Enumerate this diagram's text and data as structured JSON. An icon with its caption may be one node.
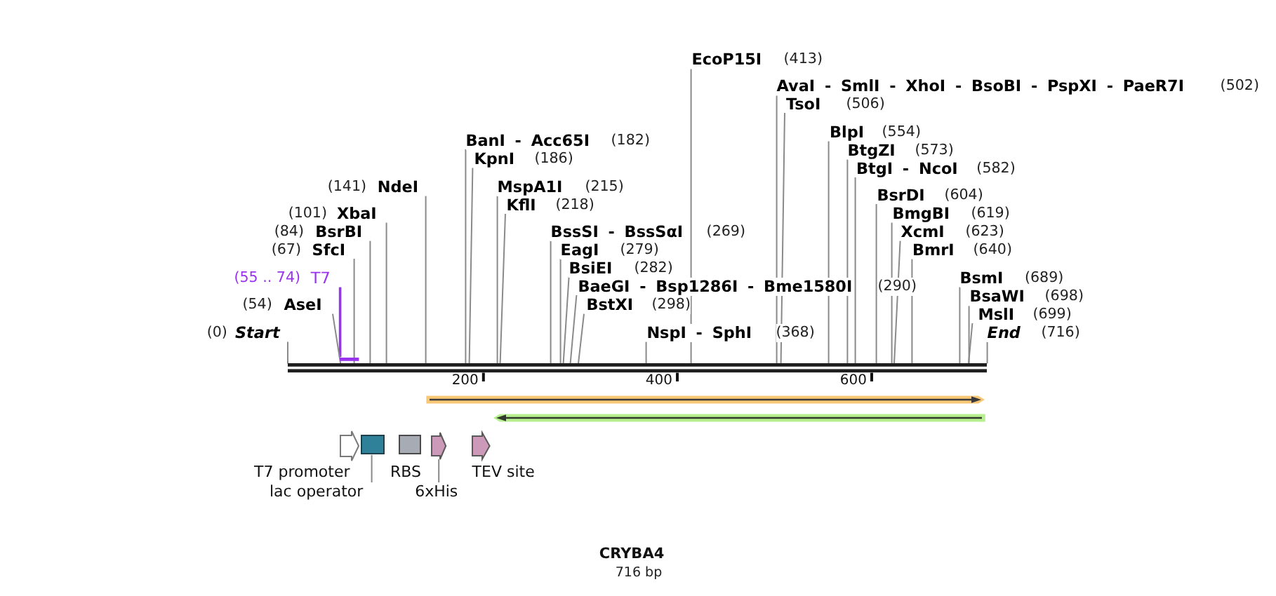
{
  "diagram": {
    "title": "CRYBA4",
    "caption": "716 bp",
    "nodes": [
      {
        "text": [
          "EcoP15I",
          "(413)"
        ]
      },
      {
        "text": [
          "AvaI - SmlI - XhoI - BsoBI - PspXI - PaeR7I",
          "(502)"
        ]
      },
      {
        "text": [
          "TsoI",
          "(506)"
        ]
      },
      {
        "text": [
          "BlpI",
          "(554)"
        ]
      },
      {
        "text": [
          "BanI - Acc65I",
          "(182)"
        ]
      },
      {
        "text": [
          "BtgZI",
          "(573)"
        ]
      },
      {
        "text": [
          "KpnI",
          "(186)"
        ]
      },
      {
        "text": [
          "BtgI - NcoI",
          "(582)"
        ]
      },
      {
        "text": [
          "(141)",
          "NdeI"
        ]
      },
      {
        "text": [
          "MspA1I",
          "(215)"
        ]
      },
      {
        "text": [
          "BsrDI",
          "(604)"
        ]
      },
      {
        "text": [
          "KflI",
          "(218)"
        ]
      },
      {
        "text": [
          "(101)",
          "XbaI"
        ]
      },
      {
        "text": [
          "BmgBI",
          "(619)"
        ]
      },
      {
        "text": [
          "(84)",
          "BsrBI"
        ]
      },
      {
        "text": [
          "BssSI - BssSαI",
          "(269)"
        ]
      },
      {
        "text": [
          "XcmI",
          "(623)"
        ]
      },
      {
        "text": [
          "(67)",
          "SfcI"
        ]
      },
      {
        "text": [
          "EagI",
          "(279)"
        ]
      },
      {
        "text": [
          "BmrI",
          "(640)"
        ]
      },
      {
        "text": [
          "BsiEI",
          "(282)"
        ]
      },
      {
        "text": [
          "(55 .. 74)",
          "T7"
        ]
      },
      {
        "text": [
          "BsmI",
          "(689)"
        ]
      },
      {
        "text": [
          "BaeGI - Bsp1286I - Bme1580I",
          "(290)"
        ]
      },
      {
        "text": [
          "BsaWI",
          "(698)"
        ]
      },
      {
        "text": [
          "(54)",
          "AseI"
        ]
      },
      {
        "text": [
          "BstXI",
          "(298)"
        ]
      },
      {
        "text": [
          "MslI",
          "(699)"
        ]
      },
      {
        "text": [
          "(0)",
          "Start"
        ]
      },
      {
        "text": [
          "NspI - SphI",
          "(368)"
        ]
      },
      {
        "text": [
          "End",
          "(716)"
        ]
      },
      {
        "text": [],
        "shape": "bar"
      },
      {
        "text": [],
        "shape": "bar"
      },
      {
        "text": [],
        "shape": "arrow",
        "beside": [
          "T7 promoter"
        ]
      },
      {
        "text": [],
        "shape": "box"
      },
      {
        "text": [],
        "shape": "box",
        "beside": [
          "RBS"
        ]
      },
      {
        "text": [],
        "shape": "arrow"
      },
      {
        "text": [],
        "shape": "arrow",
        "beside": [
          "TEV site"
        ]
      },
      {
        "text": [
          "lac operator"
        ]
      },
      {
        "text": [
          "6xHis"
        ]
      }
    ],
    "edges": [
      {
        "from": 0,
        "to": 32,
        "arrow": "none"
      },
      {
        "from": 1,
        "to": 32,
        "arrow": "none"
      },
      {
        "from": 2,
        "to": 32,
        "arrow": "none"
      },
      {
        "from": 3,
        "to": 32,
        "arrow": "none"
      },
      {
        "from": 4,
        "to": 32,
        "arrow": "none"
      },
      {
        "from": 5,
        "to": 32,
        "arrow": "none"
      },
      {
        "from": 6,
        "to": 32,
        "arrow": "none"
      },
      {
        "from": 7,
        "to": 32,
        "arrow": "none"
      },
      {
        "from": 8,
        "to": 32,
        "arrow": "none"
      },
      {
        "from": 9,
        "to": 32,
        "arrow": "none"
      },
      {
        "from": 10,
        "to": 32,
        "arrow": "none"
      },
      {
        "from": 11,
        "to": 32,
        "arrow": "none"
      },
      {
        "from": 12,
        "to": 32,
        "arrow": "none"
      },
      {
        "from": 13,
        "to": 32,
        "arrow": "none"
      },
      {
        "from": 14,
        "to": 32,
        "arrow": "none"
      },
      {
        "from": 15,
        "to": 32,
        "arrow": "none"
      },
      {
        "from": 16,
        "to": 32,
        "arrow": "none"
      },
      {
        "from": 17,
        "to": 32,
        "arrow": "none"
      },
      {
        "from": 18,
        "to": 32,
        "arrow": "none"
      },
      {
        "from": 19,
        "to": 32,
        "arrow": "none"
      },
      {
        "from": 20,
        "to": 32,
        "arrow": "none"
      },
      {
        "from": 21,
        "to": 31,
        "arrow": "none",
        "color": "#9933ee"
      },
      {
        "from": 22,
        "to": 32,
        "arrow": "none"
      },
      {
        "from": 23,
        "to": 32,
        "arrow": "none"
      },
      {
        "from": 24,
        "to": 32,
        "arrow": "none"
      },
      {
        "from": 25,
        "to": 32,
        "arrow": "none"
      },
      {
        "from": 26,
        "to": 32,
        "arrow": "none"
      },
      {
        "from": 27,
        "to": 32,
        "arrow": "none"
      },
      {
        "from": 28,
        "to": 32,
        "arrow": "none"
      },
      {
        "from": 29,
        "to": 32,
        "arrow": "none"
      },
      {
        "from": 30,
        "to": 32,
        "arrow": "none"
      },
      {
        "from": 38,
        "to": 34,
        "arrow": "none"
      },
      {
        "from": 39,
        "to": 36,
        "arrow": "none"
      }
    ],
    "labels": [
      "200",
      "400",
      "600"
    ]
  }
}
